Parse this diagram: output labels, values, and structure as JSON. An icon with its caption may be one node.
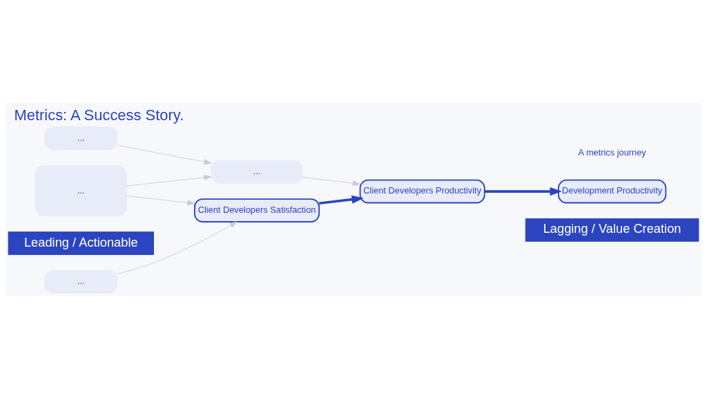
{
  "diagram": {
    "title": "Metrics: A Success Story.",
    "nodes": [
      {
        "text": [
          "..."
        ]
      },
      {
        "text": [
          "..."
        ]
      },
      {
        "text": [
          "..."
        ]
      },
      {
        "text": [
          "..."
        ]
      },
      {
        "text": [
          "Client Developers Satisfaction"
        ]
      },
      {
        "text": [
          "Client Developers Productivity"
        ]
      },
      {
        "text": [
          "Development Productivity"
        ]
      },
      {
        "text": [
          "Leading / Actionable"
        ]
      },
      {
        "text": [
          "Lagging / Value Creation"
        ]
      }
    ],
    "edges": [
      {
        "from": 0,
        "to": 3,
        "arrow": "to"
      },
      {
        "from": 1,
        "to": 4,
        "arrow": "to"
      },
      {
        "from": 2,
        "to": 3,
        "arrow": "to"
      },
      {
        "from": 2,
        "to": 4,
        "arrow": "to"
      },
      {
        "from": 3,
        "to": 5,
        "arrow": "to"
      },
      {
        "from": 4,
        "to": 5,
        "arrow": "to",
        "style": "thick",
        "color": "#2b44c0"
      },
      {
        "from": 5,
        "to": 6,
        "arrow": "to",
        "style": "thick",
        "color": "#2b44c0"
      }
    ],
    "labels": [
      "A metrics journey"
    ]
  }
}
